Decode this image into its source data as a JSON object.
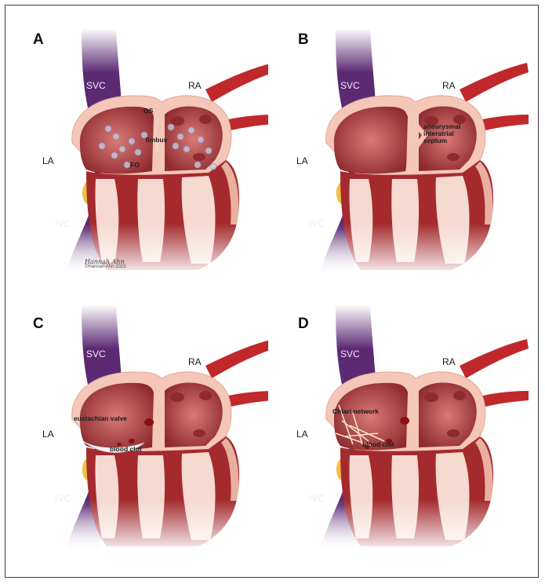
{
  "panels": [
    {
      "letter": "A",
      "labels": {
        "svc": "SVC",
        "ra": "RA",
        "la": "LA",
        "ivc": "IVC"
      },
      "annotations": [
        "OS",
        "limbus",
        "FO"
      ],
      "signature": {
        "script": "Hannah Ahn",
        "credit": "©Hannah Ahn 2023"
      }
    },
    {
      "letter": "B",
      "labels": {
        "svc": "SVC",
        "ra": "RA",
        "la": "LA",
        "ivc": "IVC"
      },
      "annotations": [
        "aneurysmal",
        "interatrial",
        "septum"
      ]
    },
    {
      "letter": "C",
      "labels": {
        "svc": "SVC",
        "ra": "RA",
        "la": "LA",
        "ivc": "IVC"
      },
      "annotations": [
        "eustachian valve",
        "blood clot"
      ]
    },
    {
      "letter": "D",
      "labels": {
        "svc": "SVC",
        "ra": "RA",
        "la": "LA",
        "ivc": "IVC"
      },
      "annotations": [
        "Chiari network",
        "blood clot"
      ]
    }
  ],
  "colors": {
    "vein": "#5b2a73",
    "vein_light": "#8a5a9f",
    "wall": "#f4c7b8",
    "chamber": "#b84a4d",
    "chamber_dark": "#8e2a30",
    "muscle": "#a42a2e",
    "artery": "#c0282b",
    "fat": "#f2c040",
    "bubble": "#c8c8e0",
    "clot": "#8a1010"
  }
}
